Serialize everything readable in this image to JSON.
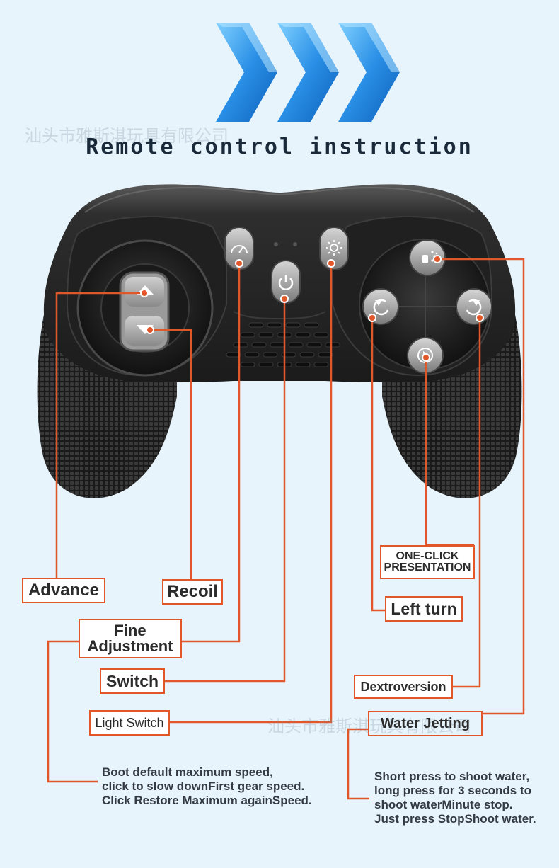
{
  "header": {
    "title": "Remote control instruction",
    "watermark": "汕头市雅斯淇玩具有限公司"
  },
  "labels": {
    "advance": "Advance",
    "recoil": "Recoil",
    "fine_adjustment_line1": "Fine",
    "fine_adjustment_line2": "Adjustment",
    "switch": "Switch",
    "light_switch": "Light Switch",
    "one_click_line1": "ONE-CLICK",
    "one_click_line2": "PRESENTATION",
    "left_turn": "Left turn",
    "dextroversion": "Dextroversion",
    "water_jetting": "Water Jetting"
  },
  "notes": {
    "speed": [
      "Boot default maximum speed,",
      "click to slow downFirst gear speed.",
      "Click Restore Maximum againSpeed."
    ],
    "water": [
      "Short press to shoot water,",
      "long press for 3 seconds to",
      "shoot waterMinute stop.",
      "Just press StopShoot water."
    ]
  },
  "colors": {
    "background": "#e8f4fb",
    "callout": "#e2572a",
    "chevron": "#2a8fe6",
    "controller": "#232323"
  },
  "icons": {
    "speed": "speedometer-icon",
    "power": "power-icon",
    "light": "sun-icon",
    "spray": "spray-icon",
    "rotate_left": "rotate-left-icon",
    "rotate_right": "rotate-right-icon",
    "demo": "demo-play-icon"
  }
}
